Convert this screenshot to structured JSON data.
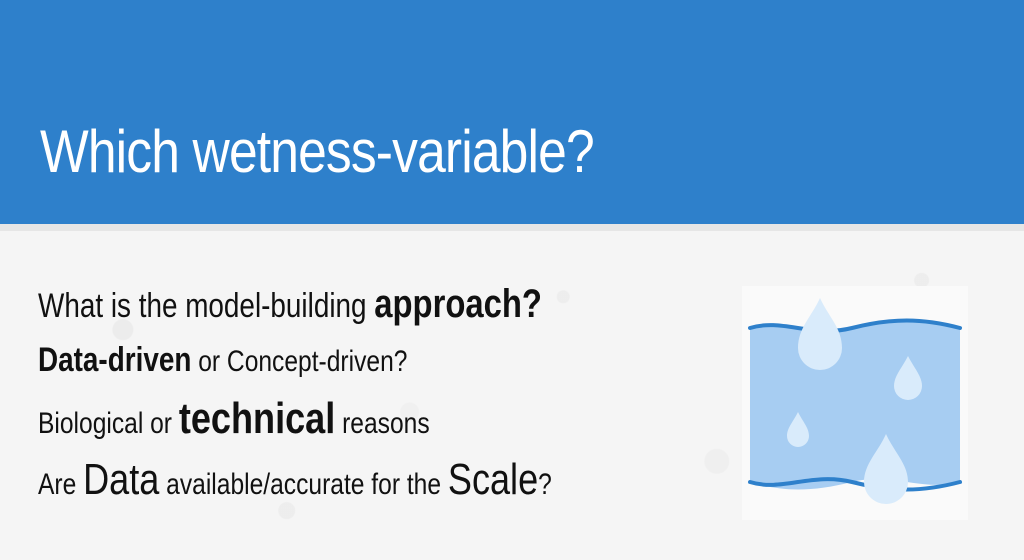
{
  "slide": {
    "title": "Which wetness-variable?",
    "lines": [
      {
        "parts": [
          "What is the model-building ",
          "approach?"
        ]
      },
      {
        "parts": [
          "Data-driven",
          " or Concept-driven?"
        ]
      },
      {
        "parts": [
          "Biological or ",
          "technical",
          " reasons"
        ]
      },
      {
        "parts": [
          "Are ",
          "Data",
          " available/accurate for the ",
          "Scale",
          "?"
        ]
      }
    ]
  },
  "icon": "water-drops-icon",
  "colors": {
    "title_bar": "#2e80cb",
    "water_fill": "#a7cdf2",
    "water_stroke": "#2e80cb",
    "drop_fill": "#d9ebfb"
  }
}
